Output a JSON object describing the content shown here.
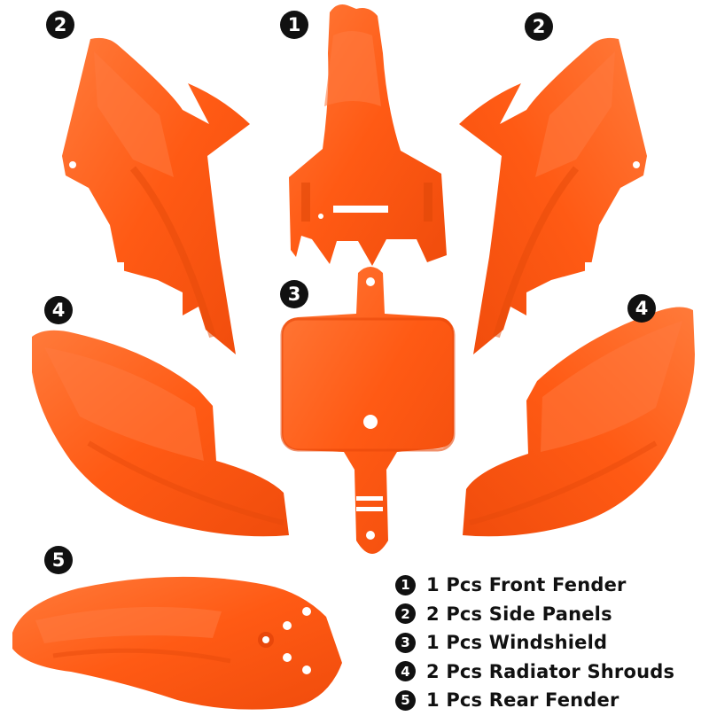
{
  "colors": {
    "plastic": "#ff5a14",
    "plastic_dark": "#e8470a",
    "plastic_light": "#ff8a4d",
    "badge": "#111111",
    "background": "#ffffff"
  },
  "badges": {
    "front_fender": "1",
    "side_panel_left": "2",
    "side_panel_right": "2",
    "windshield": "3",
    "shroud_left": "4",
    "shroud_right": "4",
    "rear_fender": "5"
  },
  "legend": [
    {
      "num": "1",
      "text": "1 Pcs Front Fender"
    },
    {
      "num": "2",
      "text": "2 Pcs Side Panels"
    },
    {
      "num": "3",
      "text": "1 Pcs Windshield"
    },
    {
      "num": "4",
      "text": "2 Pcs Radiator Shrouds"
    },
    {
      "num": "5",
      "text": "1 Pcs Rear Fender"
    }
  ]
}
